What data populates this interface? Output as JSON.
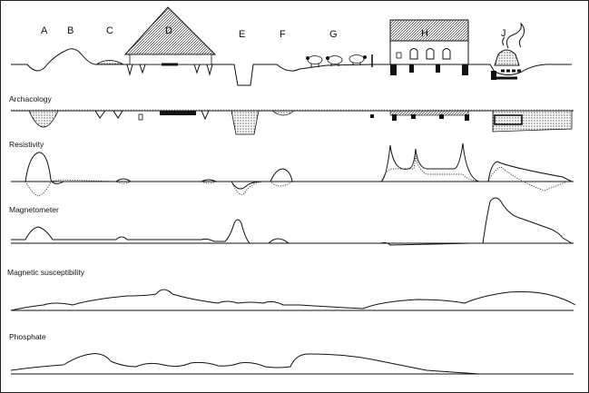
{
  "feature_labels": [
    "A",
    "B",
    "C",
    "D",
    "E",
    "F",
    "G",
    "H",
    "J"
  ],
  "sections": {
    "archaeology": "Archacology",
    "resistivity": "Resistivity",
    "magnetometer": "Magnetometer",
    "magnetic_susceptibility": "Magnetic susceptibility",
    "phosphate": "Phosphate"
  },
  "colors": {
    "ink": "#111111",
    "paper": "#ffffff"
  },
  "icons": [
    "roundhouse-icon",
    "sheep-icon",
    "building-icon",
    "kiln-icon",
    "fence-post-icon"
  ]
}
